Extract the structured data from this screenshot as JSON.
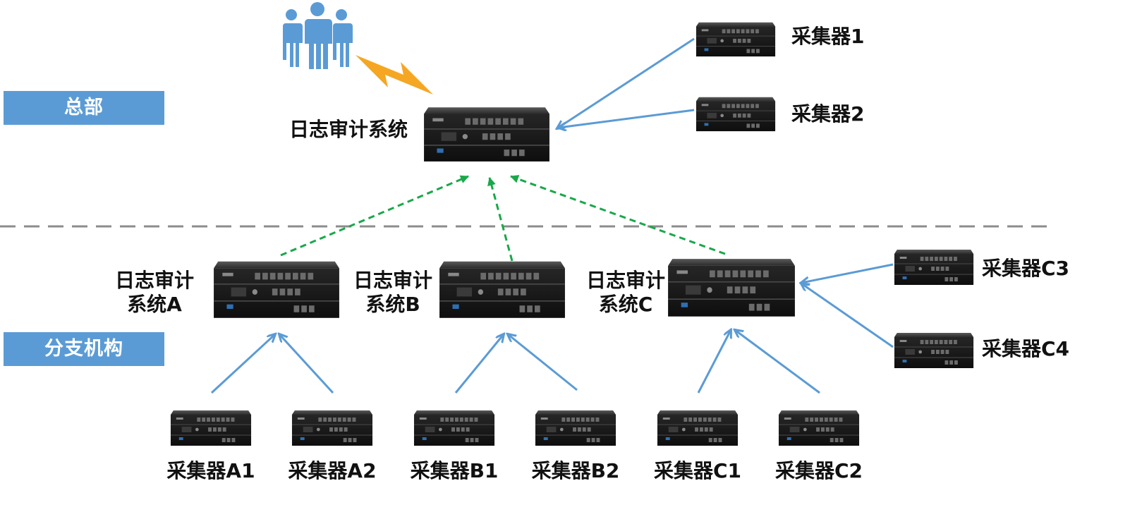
{
  "regions": {
    "hq": "总部",
    "branch": "分支机构"
  },
  "labels": {
    "main_system": "日志审计系统",
    "collector_1": "采集器1",
    "collector_2": "采集器2",
    "system_a": [
      "日志审计",
      "系统A"
    ],
    "system_b": [
      "日志审计",
      "系统B"
    ],
    "system_c": [
      "日志审计",
      "系统C"
    ],
    "collector_c3": "采集器C3",
    "collector_c4": "采集器C4",
    "collector_a1": "采集器A1",
    "collector_a2": "采集器A2",
    "collector_b1": "采集器B1",
    "collector_b2": "采集器B2",
    "collector_c1": "采集器C1",
    "collector_c2": "采集器C2"
  },
  "icons": {
    "users": "users-icon",
    "alert": "lightning-icon",
    "device": "server-appliance-icon"
  },
  "colors": {
    "region_fill": "#5b9bd5",
    "blue_link": "#5b9bd5",
    "green_link": "#19a84a",
    "divider": "#8c8c8c",
    "lightning": "#f5a623",
    "users": "#5b9bd5",
    "device_body": "#1c1c1c"
  }
}
